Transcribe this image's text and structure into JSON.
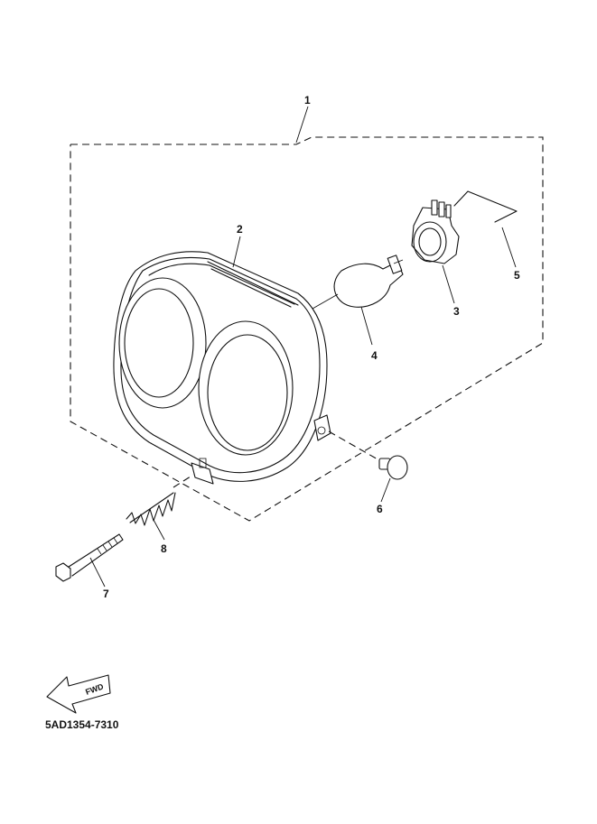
{
  "callouts": {
    "c1": "1",
    "c2": "2",
    "c3": "3",
    "c4": "4",
    "c5": "5",
    "c6": "6",
    "c7": "7",
    "c8": "8"
  },
  "fwd_label": "FWD",
  "diagram_code": "5AD1354-7310"
}
